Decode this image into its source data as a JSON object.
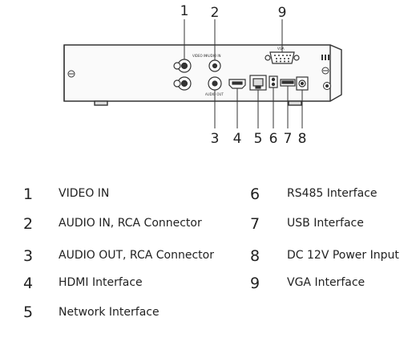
{
  "callouts": {
    "top": [
      "1",
      "2",
      "9"
    ],
    "bottom": [
      "3",
      "4",
      "5",
      "6",
      "7",
      "8"
    ]
  },
  "panel_labels": {
    "video_in": "VIDEO IN",
    "audio_in": "AUDIO IN",
    "audio_out": "AUDIO OUT",
    "vga": "VGA"
  },
  "legend": [
    {
      "num": "1",
      "text": "VIDEO IN"
    },
    {
      "num": "2",
      "text": "AUDIO IN, RCA Connector"
    },
    {
      "num": "3",
      "text": "AUDIO OUT, RCA Connector"
    },
    {
      "num": "4",
      "text": "HDMI Interface"
    },
    {
      "num": "5",
      "text": "Network Interface"
    },
    {
      "num": "6",
      "text": "RS485 Interface"
    },
    {
      "num": "7",
      "text": "USB Interface"
    },
    {
      "num": "8",
      "text": "DC 12V Power Input"
    },
    {
      "num": "9",
      "text": "VGA Interface"
    }
  ]
}
